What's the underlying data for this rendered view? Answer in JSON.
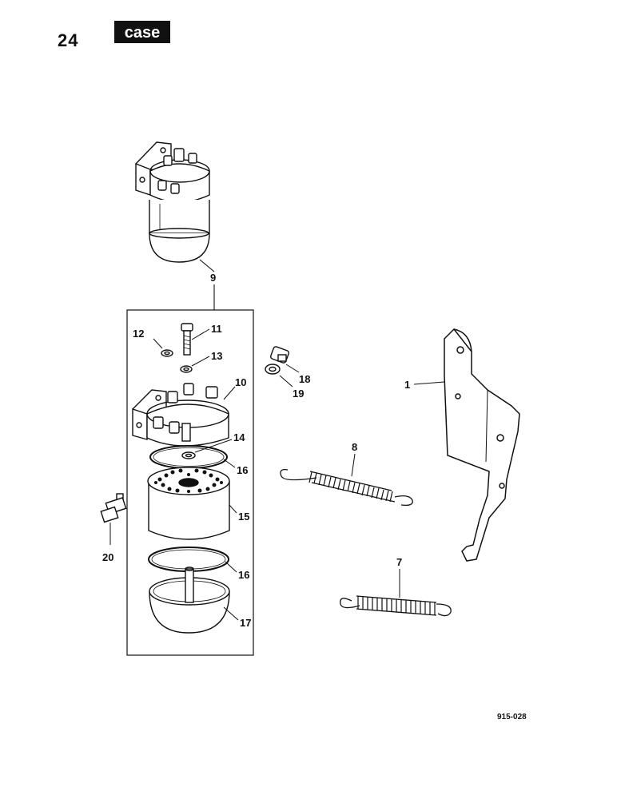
{
  "header": {
    "page_number": "24",
    "brand_logo": "case"
  },
  "figure": {
    "code": "915-028",
    "callouts": {
      "c1": "1",
      "c7": "7",
      "c8": "8",
      "c9": "9",
      "c10": "10",
      "c11": "11",
      "c12": "12",
      "c13": "13",
      "c14": "14",
      "c15": "15",
      "c16a": "16",
      "c16b": "16",
      "c17": "17",
      "c18": "18",
      "c19": "19",
      "c20": "20"
    }
  }
}
